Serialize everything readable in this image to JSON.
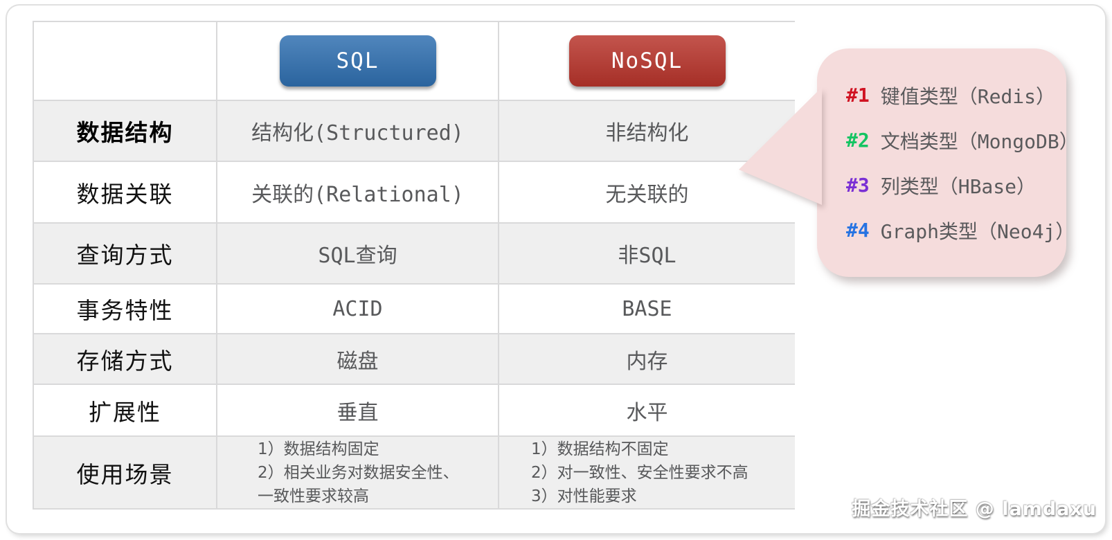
{
  "header": {
    "sql_button": "SQL",
    "nosql_button": "NoSQL"
  },
  "colors": {
    "sql_button": "#2f6fb0",
    "nosql_button": "#b8342b",
    "bubble": "#f5dcdc",
    "item1": "#d01322",
    "item2": "#14c462",
    "item3": "#7a2fd4",
    "item4": "#2673e2"
  },
  "table": {
    "rows": [
      {
        "label": "数据结构",
        "sql": "结构化(Structured)",
        "nosql": "非结构化"
      },
      {
        "label": "数据关联",
        "sql": "关联的(Relational)",
        "nosql": "无关联的"
      },
      {
        "label": "查询方式",
        "sql": "SQL查询",
        "nosql": "非SQL"
      },
      {
        "label": "事务特性",
        "sql": "ACID",
        "nosql": "BASE"
      },
      {
        "label": "存储方式",
        "sql": "磁盘",
        "nosql": "内存"
      },
      {
        "label": "扩展性",
        "sql": "垂直",
        "nosql": "水平"
      },
      {
        "label": "使用场景",
        "sql_lines": [
          "1）数据结构固定",
          "2）相关业务对数据安全性、",
          "一致性要求较高"
        ],
        "nosql_lines": [
          "1）数据结构不固定",
          "2）对一致性、安全性要求不高",
          "3）对性能要求"
        ]
      }
    ]
  },
  "callout": {
    "items": [
      {
        "num": "#1",
        "text": "键值类型（Redis）"
      },
      {
        "num": "#2",
        "text": "文档类型（MongoDB）"
      },
      {
        "num": "#3",
        "text": "列类型（HBase）"
      },
      {
        "num": "#4",
        "text": "Graph类型（Neo4j）"
      }
    ]
  },
  "watermark": "掘金技术社区 @ lamdaxu"
}
